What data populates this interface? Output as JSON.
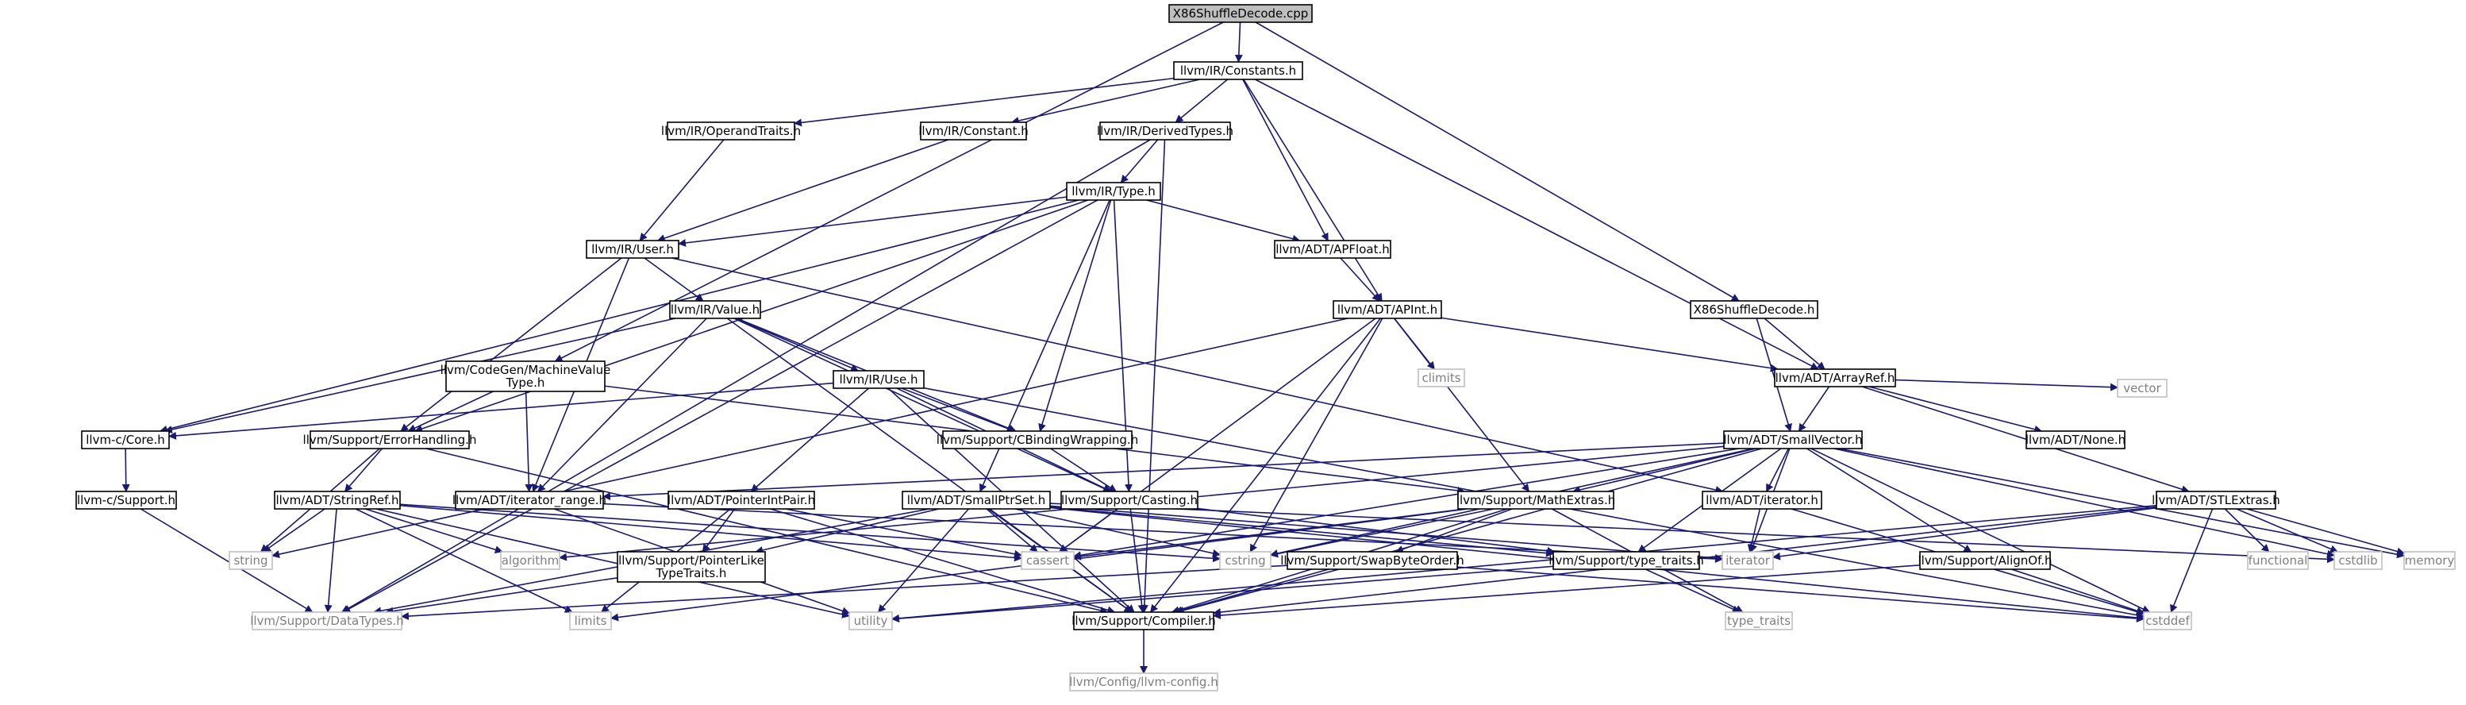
{
  "title": "X86ShuffleDecode.cpp",
  "styles": {
    "edge_color": "#191970",
    "box_border": "#000000",
    "box_fill": "#ffffff",
    "root_fill": "#bfbfbf",
    "system_border": "#bfbfbf",
    "system_text": "#7f7f7f",
    "text": "#000000"
  },
  "nodes": [
    {
      "id": "root",
      "label": "X86ShuffleDecode.cpp",
      "kind": "root"
    },
    {
      "id": "constants",
      "label": "llvm/IR/Constants.h",
      "kind": "header"
    },
    {
      "id": "operandtraits",
      "label": "llvm/IR/OperandTraits.h",
      "kind": "header"
    },
    {
      "id": "constant",
      "label": "llvm/IR/Constant.h",
      "kind": "header"
    },
    {
      "id": "derivedtypes",
      "label": "llvm/IR/DerivedTypes.h",
      "kind": "header"
    },
    {
      "id": "type",
      "label": "llvm/IR/Type.h",
      "kind": "header"
    },
    {
      "id": "user",
      "label": "llvm/IR/User.h",
      "kind": "header"
    },
    {
      "id": "apfloat",
      "label": "llvm/ADT/APFloat.h",
      "kind": "header"
    },
    {
      "id": "value",
      "label": "llvm/IR/Value.h",
      "kind": "header"
    },
    {
      "id": "apint",
      "label": "llvm/ADT/APInt.h",
      "kind": "header"
    },
    {
      "id": "machinevaluetype",
      "label": "llvm/CodeGen/MachineValue\nType.h",
      "kind": "header"
    },
    {
      "id": "use",
      "label": "llvm/IR/Use.h",
      "kind": "header"
    },
    {
      "id": "x86h",
      "label": "X86ShuffleDecode.h",
      "kind": "header"
    },
    {
      "id": "arrayref",
      "label": "llvm/ADT/ArrayRef.h",
      "kind": "header"
    },
    {
      "id": "climits",
      "label": "climits",
      "kind": "system"
    },
    {
      "id": "corec",
      "label": "llvm-c/Core.h",
      "kind": "header"
    },
    {
      "id": "errorhandling",
      "label": "llvm/Support/ErrorHandling.h",
      "kind": "header"
    },
    {
      "id": "cbindingwrapping",
      "label": "llvm/Support/CBindingWrapping.h",
      "kind": "header"
    },
    {
      "id": "smallvector",
      "label": "llvm/ADT/SmallVector.h",
      "kind": "header"
    },
    {
      "id": "vector",
      "label": "vector",
      "kind": "system"
    },
    {
      "id": "none",
      "label": "llvm/ADT/None.h",
      "kind": "header"
    },
    {
      "id": "supportc",
      "label": "llvm-c/Support.h",
      "kind": "header"
    },
    {
      "id": "stringref",
      "label": "llvm/ADT/StringRef.h",
      "kind": "header"
    },
    {
      "id": "iteratorrange",
      "label": "llvm/ADT/iterator_range.h",
      "kind": "header"
    },
    {
      "id": "pointerintpair",
      "label": "llvm/ADT/PointerIntPair.h",
      "kind": "header"
    },
    {
      "id": "smallptrset",
      "label": "llvm/ADT/SmallPtrSet.h",
      "kind": "header"
    },
    {
      "id": "casting",
      "label": "llvm/Support/Casting.h",
      "kind": "header"
    },
    {
      "id": "mathextras",
      "label": "llvm/Support/MathExtras.h",
      "kind": "header"
    },
    {
      "id": "iteratorh",
      "label": "llvm/ADT/iterator.h",
      "kind": "header"
    },
    {
      "id": "stlextras",
      "label": "llvm/ADT/STLExtras.h",
      "kind": "header"
    },
    {
      "id": "string",
      "label": "string",
      "kind": "system"
    },
    {
      "id": "algorithm",
      "label": "algorithm",
      "kind": "system"
    },
    {
      "id": "pointerliketypetraits",
      "label": "llvm/Support/PointerLike\nTypeTraits.h",
      "kind": "header"
    },
    {
      "id": "cassert",
      "label": "cassert",
      "kind": "system"
    },
    {
      "id": "cstring",
      "label": "cstring",
      "kind": "system"
    },
    {
      "id": "swapbyteorder",
      "label": "llvm/Support/SwapByteOrder.h",
      "kind": "header"
    },
    {
      "id": "typetraits",
      "label": "llvm/Support/type_traits.h",
      "kind": "header"
    },
    {
      "id": "iterator",
      "label": "iterator",
      "kind": "system"
    },
    {
      "id": "alignof",
      "label": "llvm/Support/AlignOf.h",
      "kind": "header"
    },
    {
      "id": "functional",
      "label": "functional",
      "kind": "system"
    },
    {
      "id": "cstdlib",
      "label": "cstdlib",
      "kind": "system"
    },
    {
      "id": "memory",
      "label": "memory",
      "kind": "system"
    },
    {
      "id": "datatypes",
      "label": "llvm/Support/DataTypes.h",
      "kind": "system"
    },
    {
      "id": "limits",
      "label": "limits",
      "kind": "system"
    },
    {
      "id": "utility",
      "label": "utility",
      "kind": "system"
    },
    {
      "id": "compiler",
      "label": "llvm/Support/Compiler.h",
      "kind": "header"
    },
    {
      "id": "cstddef",
      "label": "cstddef",
      "kind": "system"
    },
    {
      "id": "type_traits",
      "label": "type_traits",
      "kind": "system"
    },
    {
      "id": "llvmconfig",
      "label": "llvm/Config/llvm-config.h",
      "kind": "system"
    }
  ],
  "edges": [
    [
      "root",
      "constants"
    ],
    [
      "root",
      "machinevaluetype"
    ],
    [
      "root",
      "x86h"
    ],
    [
      "constants",
      "operandtraits"
    ],
    [
      "constants",
      "constant"
    ],
    [
      "constants",
      "derivedtypes"
    ],
    [
      "constants",
      "apfloat"
    ],
    [
      "constants",
      "apint"
    ],
    [
      "constants",
      "arrayref"
    ],
    [
      "operandtraits",
      "user"
    ],
    [
      "constant",
      "user"
    ],
    [
      "derivedtypes",
      "type"
    ],
    [
      "derivedtypes",
      "compiler"
    ],
    [
      "derivedtypes",
      "datatypes"
    ],
    [
      "type",
      "user"
    ],
    [
      "type",
      "apfloat"
    ],
    [
      "type",
      "corec"
    ],
    [
      "type",
      "errorhandling"
    ],
    [
      "type",
      "cbindingwrapping"
    ],
    [
      "type",
      "casting"
    ],
    [
      "type",
      "datatypes"
    ],
    [
      "type",
      "smallptrset"
    ],
    [
      "user",
      "value"
    ],
    [
      "user",
      "errorhandling"
    ],
    [
      "user",
      "iteratorrange"
    ],
    [
      "user",
      "iteratorh"
    ],
    [
      "apfloat",
      "apint"
    ],
    [
      "value",
      "use"
    ],
    [
      "value",
      "corec"
    ],
    [
      "value",
      "cbindingwrapping"
    ],
    [
      "value",
      "casting"
    ],
    [
      "value",
      "compiler"
    ],
    [
      "value",
      "iteratorrange"
    ],
    [
      "apint",
      "climits"
    ],
    [
      "apint",
      "arrayref"
    ],
    [
      "apint",
      "mathextras"
    ],
    [
      "apint",
      "string"
    ],
    [
      "apint",
      "cassert"
    ],
    [
      "apint",
      "compiler"
    ],
    [
      "apint",
      "cstring"
    ],
    [
      "machinevaluetype",
      "errorhandling"
    ],
    [
      "machinevaluetype",
      "iteratorrange"
    ],
    [
      "machinevaluetype",
      "mathextras"
    ],
    [
      "use",
      "corec"
    ],
    [
      "use",
      "cbindingwrapping"
    ],
    [
      "use",
      "pointerintpair"
    ],
    [
      "use",
      "compiler"
    ],
    [
      "use",
      "cstddef"
    ],
    [
      "use",
      "casting"
    ],
    [
      "x86h",
      "arrayref"
    ],
    [
      "x86h",
      "smallvector"
    ],
    [
      "arrayref",
      "smallvector"
    ],
    [
      "arrayref",
      "vector"
    ],
    [
      "arrayref",
      "none"
    ],
    [
      "arrayref",
      "stlextras"
    ],
    [
      "corec",
      "supportc"
    ],
    [
      "supportc",
      "datatypes"
    ],
    [
      "errorhandling",
      "stringref"
    ],
    [
      "errorhandling",
      "string"
    ],
    [
      "errorhandling",
      "compiler"
    ],
    [
      "cbindingwrapping",
      "casting"
    ],
    [
      "smallvector",
      "iteratorrange"
    ],
    [
      "smallvector",
      "mathextras"
    ],
    [
      "smallvector",
      "iteratorh"
    ],
    [
      "smallvector",
      "alignof"
    ],
    [
      "smallvector",
      "typetraits"
    ],
    [
      "smallvector",
      "compiler"
    ],
    [
      "smallvector",
      "algorithm"
    ],
    [
      "smallvector",
      "cassert"
    ],
    [
      "smallvector",
      "cstring"
    ],
    [
      "smallvector",
      "cstddef"
    ],
    [
      "smallvector",
      "cstdlib"
    ],
    [
      "smallvector",
      "iterator"
    ],
    [
      "smallvector",
      "memory"
    ],
    [
      "stringref",
      "string"
    ],
    [
      "stringref",
      "algorithm"
    ],
    [
      "stringref",
      "cassert"
    ],
    [
      "stringref",
      "cstring"
    ],
    [
      "stringref",
      "limits"
    ],
    [
      "stringref",
      "utility"
    ],
    [
      "stringref",
      "datatypes"
    ],
    [
      "iteratorrange",
      "utility"
    ],
    [
      "iteratorrange",
      "iterator"
    ],
    [
      "pointerintpair",
      "pointerliketypetraits"
    ],
    [
      "pointerintpair",
      "compiler"
    ],
    [
      "pointerintpair",
      "cassert"
    ],
    [
      "pointerintpair",
      "limits"
    ],
    [
      "smallptrset",
      "pointerliketypetraits"
    ],
    [
      "smallptrset",
      "typetraits"
    ],
    [
      "smallptrset",
      "compiler"
    ],
    [
      "smallptrset",
      "cassert"
    ],
    [
      "smallptrset",
      "cstring"
    ],
    [
      "smallptrset",
      "utility"
    ],
    [
      "smallptrset",
      "datatypes"
    ],
    [
      "smallptrset",
      "iterator"
    ],
    [
      "smallptrset",
      "cstddef"
    ],
    [
      "smallptrset",
      "cstdlib"
    ],
    [
      "casting",
      "typetraits"
    ],
    [
      "casting",
      "compiler"
    ],
    [
      "casting",
      "cassert"
    ],
    [
      "mathextras",
      "swapbyteorder"
    ],
    [
      "mathextras",
      "compiler"
    ],
    [
      "mathextras",
      "cassert"
    ],
    [
      "mathextras",
      "cstring"
    ],
    [
      "mathextras",
      "limits"
    ],
    [
      "mathextras",
      "type_traits"
    ],
    [
      "iteratorh",
      "iterator"
    ],
    [
      "iteratorh",
      "cstddef"
    ],
    [
      "stlextras",
      "functional"
    ],
    [
      "stlextras",
      "cstdlib"
    ],
    [
      "stlextras",
      "memory"
    ],
    [
      "stlextras",
      "cstddef"
    ],
    [
      "stlextras",
      "iterator"
    ],
    [
      "stlextras",
      "utility"
    ],
    [
      "stlextras",
      "compiler"
    ],
    [
      "pointerliketypetraits",
      "datatypes"
    ],
    [
      "swapbyteorder",
      "compiler"
    ],
    [
      "swapbyteorder",
      "cstddef"
    ],
    [
      "swapbyteorder",
      "datatypes"
    ],
    [
      "typetraits",
      "type_traits"
    ],
    [
      "typetraits",
      "utility"
    ],
    [
      "alignof",
      "cstddef"
    ],
    [
      "alignof",
      "compiler"
    ],
    [
      "compiler",
      "llvmconfig"
    ]
  ]
}
